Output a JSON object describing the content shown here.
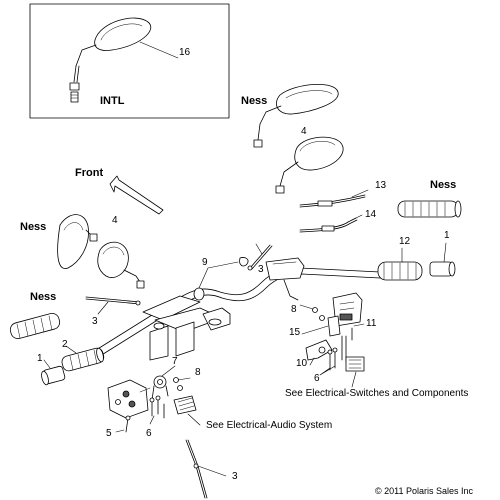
{
  "inset": {
    "label": "INTL",
    "part_number": "16"
  },
  "direction": {
    "label": "Front"
  },
  "brand_labels": {
    "top": "Ness",
    "right": "Ness",
    "left": "Ness",
    "lower_left": "Ness"
  },
  "part_numbers": {
    "mirror_top": "4",
    "mirror_left": "4",
    "cable_13": "13",
    "cable_14": "14",
    "grip_12": "12",
    "end_right": "1",
    "bracket_9": "9",
    "wire_3_center": "3",
    "wire_3_left": "3",
    "screw_8_right": "8",
    "switch_7": "7",
    "screw_8_lower": "8",
    "housing_15": "15",
    "clamp_11": "11",
    "plate_10": "10",
    "screws_6_right": "6",
    "throttle_2": "2",
    "end_left": "1",
    "screw_5": "5",
    "bolts_6_left": "6",
    "wire_3_bottom": "3"
  },
  "notes": {
    "switches": "See Electrical-Switches and Components",
    "audio": "See Electrical-Audio System"
  },
  "copyright": "© 2011 Polaris Sales Inc",
  "colors": {
    "line": "#000000",
    "part_fill": "#ffffff",
    "shade": "#555555",
    "background": "#ffffff"
  }
}
